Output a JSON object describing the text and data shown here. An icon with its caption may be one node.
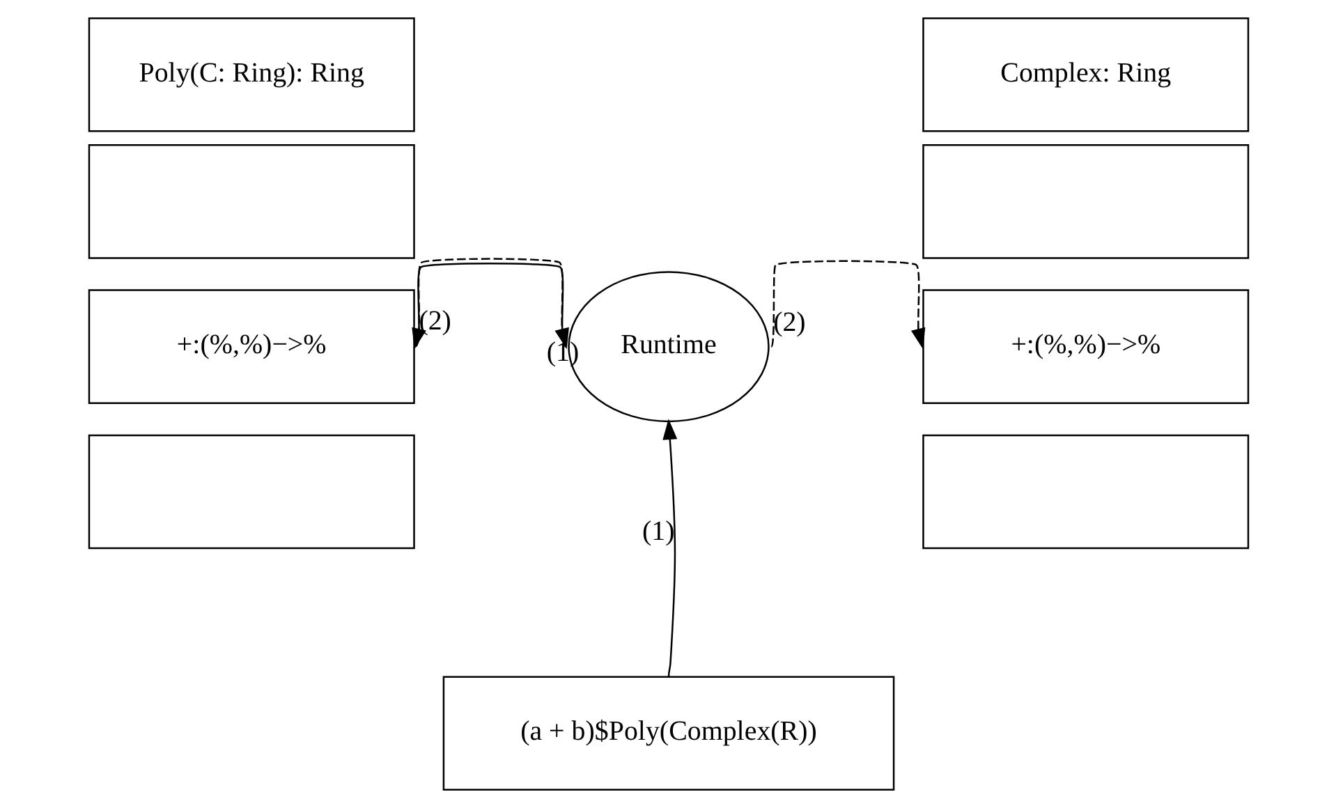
{
  "diagram": {
    "nodes": [
      {
        "text": [
          "Poly(C: Ring): Ring"
        ]
      },
      {
        "text": [],
        "shape": "box"
      },
      {
        "text": [
          "+:(%,%)−>%"
        ]
      },
      {
        "text": [],
        "shape": "box"
      },
      {
        "text": [
          "Complex: Ring"
        ]
      },
      {
        "text": [],
        "shape": "box"
      },
      {
        "text": [
          "+:(%,%)−>%"
        ]
      },
      {
        "text": [],
        "shape": "box"
      },
      {
        "text": [
          "Runtime"
        ]
      },
      {
        "text": [
          "(a + b)$Poly(Complex(R))"
        ]
      }
    ],
    "edges": [
      {
        "from": 8,
        "to": 2,
        "arrow": "to",
        "label": "(1)"
      },
      {
        "from": 2,
        "to": 8,
        "arrow": "to",
        "label": "(2)",
        "style": "dashed"
      },
      {
        "from": 8,
        "to": 6,
        "arrow": "to",
        "label": "(2)",
        "style": "dashed"
      },
      {
        "from": 9,
        "to": 8,
        "arrow": "to",
        "label": "(1)"
      }
    ]
  }
}
